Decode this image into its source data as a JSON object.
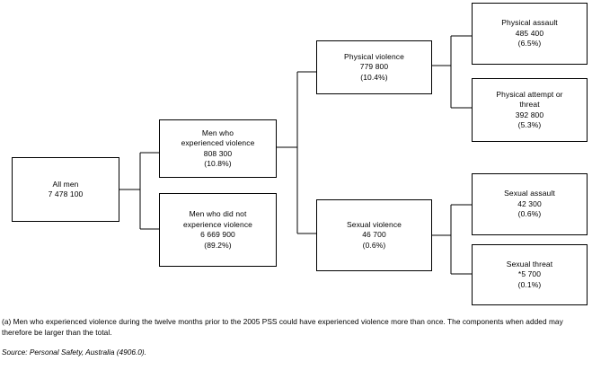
{
  "chart_data": {
    "type": "diagram",
    "title": "",
    "nodes": [
      {
        "id": "all-men",
        "lines": [
          "All men",
          "7 478 100"
        ],
        "label": "All men",
        "value": "7 478 100",
        "percent": ""
      },
      {
        "id": "experienced-violence",
        "lines": [
          "Men who",
          "experienced violence",
          "808 300",
          "(10.8%)"
        ],
        "label": "Men who experienced violence",
        "value": "808 300",
        "percent": "(10.8%)"
      },
      {
        "id": "not-experienced-violence",
        "lines": [
          "Men who did not",
          "experience violence",
          "6 669 900",
          "(89.2%)"
        ],
        "label": "Men who did not experience violence",
        "value": "6 669 900",
        "percent": "(89.2%)"
      },
      {
        "id": "physical-violence",
        "lines": [
          "Physical violence",
          "779 800",
          "(10.4%)"
        ],
        "label": "Physical violence",
        "value": "779 800",
        "percent": "(10.4%)"
      },
      {
        "id": "sexual-violence",
        "lines": [
          "Sexual violence",
          "46 700",
          "(0.6%)"
        ],
        "label": "Sexual violence",
        "value": "46 700",
        "percent": "(0.6%)"
      },
      {
        "id": "physical-assault",
        "lines": [
          "Physical assault",
          "485 400",
          "(6.5%)"
        ],
        "label": "Physical assault",
        "value": "485 400",
        "percent": "(6.5%)"
      },
      {
        "id": "physical-attempt-or-threat",
        "lines": [
          "Physical attempt or",
          "threat",
          "392 800",
          "(5.3%)"
        ],
        "label": "Physical attempt or threat",
        "value": "392 800",
        "percent": "(5.3%)"
      },
      {
        "id": "sexual-assault",
        "lines": [
          "Sexual assault",
          "42 300",
          "(0.6%)"
        ],
        "label": "Sexual assault",
        "value": "42 300",
        "percent": "(0.6%)"
      },
      {
        "id": "sexual-threat",
        "lines": [
          "Sexual threat",
          "*5 700",
          "(0.1%)"
        ],
        "label": "Sexual threat",
        "value": "*5 700",
        "percent": "(0.1%)"
      }
    ],
    "edges": [
      [
        "all-men",
        "experienced-violence"
      ],
      [
        "all-men",
        "not-experienced-violence"
      ],
      [
        "experienced-violence",
        "physical-violence"
      ],
      [
        "experienced-violence",
        "sexual-violence"
      ],
      [
        "physical-violence",
        "physical-assault"
      ],
      [
        "physical-violence",
        "physical-attempt-or-threat"
      ],
      [
        "sexual-violence",
        "sexual-assault"
      ],
      [
        "sexual-violence",
        "sexual-threat"
      ]
    ]
  },
  "boxes": {
    "all_men": {
      "l1": "All men",
      "l2": "7 478 100"
    },
    "experienced": {
      "l1": "Men who",
      "l2": "experienced violence",
      "l3": "808 300",
      "l4": "(10.8%)"
    },
    "not_experienced": {
      "l1": "Men who did not",
      "l2": "experience violence",
      "l3": "6 669 900",
      "l4": "(89.2%)"
    },
    "physical_violence": {
      "l1": "Physical violence",
      "l2": "779 800",
      "l3": "(10.4%)"
    },
    "sexual_violence": {
      "l1": "Sexual violence",
      "l2": "46 700",
      "l3": "(0.6%)"
    },
    "physical_assault": {
      "l1": "Physical assault",
      "l2": "485 400",
      "l3": "(6.5%)"
    },
    "physical_attempt": {
      "l1": "Physical attempt or",
      "l2": "threat",
      "l3": "392 800",
      "l4": "(5.3%)"
    },
    "sexual_assault": {
      "l1": "Sexual assault",
      "l2": "42 300",
      "l3": "(0.6%)"
    },
    "sexual_threat": {
      "l1": "Sexual threat",
      "l2": "*5 700",
      "l3": "(0.1%)"
    }
  },
  "notes": {
    "footnote": "(a) Men who experienced violence during the twelve months prior to the 2005 PSS could have experienced violence more than once. The components when added may therefore be larger than the total.",
    "source": "Source: Personal Safety, Australia (4906.0)."
  },
  "colors": {
    "line": "#000000",
    "background": "#ffffff",
    "text": "#000000"
  }
}
